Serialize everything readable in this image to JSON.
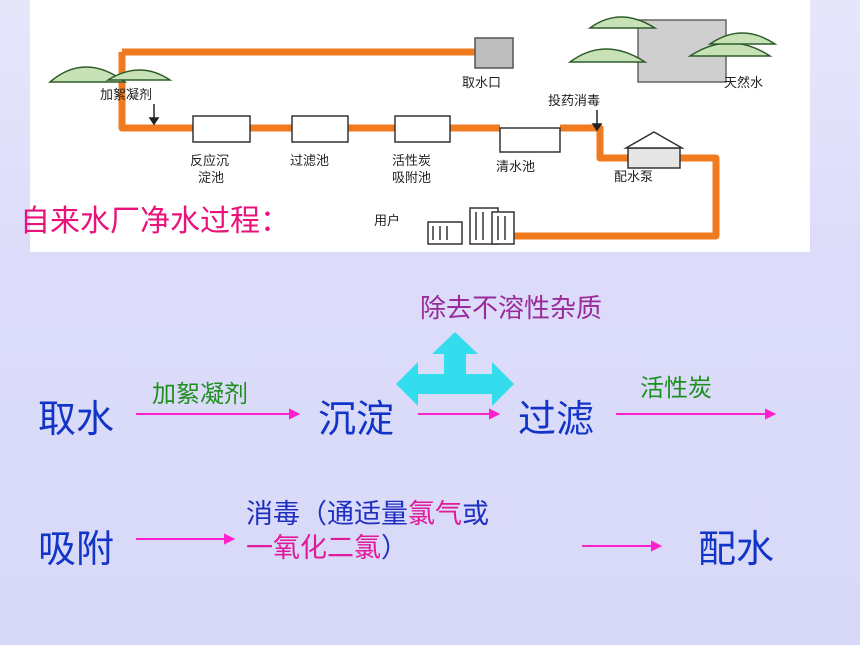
{
  "diagram": {
    "labels": {
      "intake": "取水口",
      "natural_water": "天然水",
      "coagulant": "加絮凝剂",
      "disinfect": "投药消毒",
      "tank1_line1": "反应沉",
      "tank1_line2": "淀池",
      "tank2": "过滤池",
      "tank3_line1": "活性炭",
      "tank3_line2": "吸附池",
      "tank4": "清水池",
      "pump": "配水泵",
      "user": "用户"
    }
  },
  "title": "自来水厂净水过程：",
  "steps": {
    "take_water": "取水",
    "sediment": "沉淀",
    "filter": "过滤",
    "adsorb": "吸附",
    "distribute": "配水"
  },
  "notes": {
    "coagulant": "加絮凝剂",
    "remove_insoluble": "除去不溶性杂质",
    "activated_carbon": "活性炭",
    "disinfect_part1": "消毒（通适量",
    "disinfect_chlorine": "氯气",
    "disinfect_or": "或",
    "disinfect_cl2o": "一氧化二氯",
    "disinfect_close": "）"
  },
  "colors": {
    "pipe": "#f07a1e",
    "arrow": "#ff22cc",
    "up_arrow": "#33ddee"
  }
}
